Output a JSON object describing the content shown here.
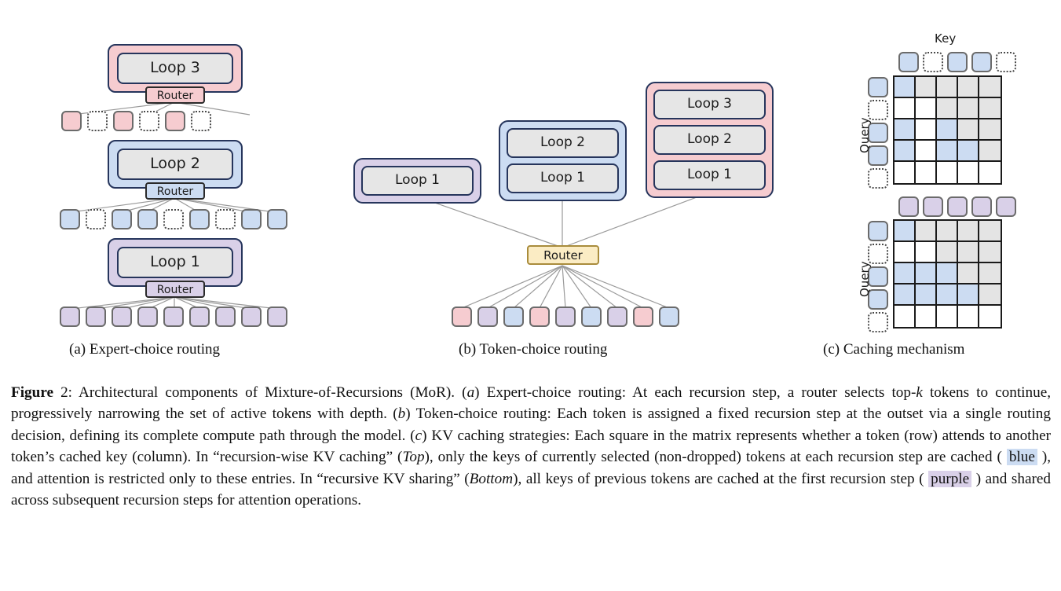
{
  "figure": {
    "label": "Figure",
    "number": "2",
    "subcaptions": [
      {
        "id": "a",
        "text": "(a) Expert-choice routing"
      },
      {
        "id": "b",
        "text": "(b) Token-choice routing"
      },
      {
        "id": "c",
        "text": "(c) Caching mechanism"
      }
    ]
  },
  "panel_a": {
    "router_label": "Router",
    "loops": [
      {
        "name": "Loop 3",
        "color": "pink"
      },
      {
        "name": "Loop 2",
        "color": "blue"
      },
      {
        "name": "Loop 1",
        "color": "purple"
      }
    ],
    "token_rows": [
      {
        "after": "Loop 3 router",
        "color": "pink",
        "slots": [
          "filled",
          "dotted",
          "filled",
          "dotted",
          "filled",
          "dotted"
        ]
      },
      {
        "after": "Loop 2 router",
        "color": "blue",
        "slots": [
          "filled",
          "dotted",
          "filled",
          "filled",
          "dotted",
          "filled",
          "dotted",
          "filled",
          "filled"
        ]
      },
      {
        "after": "Loop 1 router",
        "color": "purple",
        "slots": [
          "filled",
          "filled",
          "filled",
          "filled",
          "filled",
          "filled",
          "filled",
          "filled",
          "filled"
        ]
      }
    ]
  },
  "panel_b": {
    "router_label": "Router",
    "groups": [
      {
        "color": "purple",
        "loops": [
          "Loop 1"
        ]
      },
      {
        "color": "blue",
        "loops": [
          "Loop 2",
          "Loop 1"
        ]
      },
      {
        "color": "pink",
        "loops": [
          "Loop 3",
          "Loop 2",
          "Loop 1"
        ]
      }
    ],
    "tokens": [
      "pink",
      "purple",
      "blue",
      "pink",
      "purple",
      "blue",
      "purple",
      "pink",
      "blue"
    ]
  },
  "panel_c": {
    "key_label": "Key",
    "query_label": "Query",
    "top_matrix": {
      "name": "recursion-wise KV caching",
      "key_tokens": [
        "blue",
        "dotted",
        "blue",
        "blue",
        "dotted"
      ],
      "query_tokens": [
        "blue",
        "dotted",
        "blue",
        "blue",
        "dotted"
      ],
      "cells": [
        [
          "blue",
          "gray",
          "gray",
          "gray",
          "gray"
        ],
        [
          "white",
          "white",
          "gray",
          "gray",
          "gray"
        ],
        [
          "blue",
          "white",
          "blue",
          "gray",
          "gray"
        ],
        [
          "blue",
          "white",
          "blue",
          "blue",
          "gray"
        ],
        [
          "white",
          "white",
          "white",
          "white",
          "white"
        ]
      ]
    },
    "bottom_matrix": {
      "name": "recursive KV sharing",
      "key_tokens": [
        "purple",
        "purple",
        "purple",
        "purple",
        "purple"
      ],
      "query_tokens": [
        "blue",
        "dotted",
        "blue",
        "blue",
        "dotted"
      ],
      "cells": [
        [
          "blue",
          "gray",
          "gray",
          "gray",
          "gray"
        ],
        [
          "white",
          "white",
          "gray",
          "gray",
          "gray"
        ],
        [
          "blue",
          "blue",
          "blue",
          "gray",
          "gray"
        ],
        [
          "blue",
          "blue",
          "blue",
          "blue",
          "gray"
        ],
        [
          "white",
          "white",
          "white",
          "white",
          "white"
        ]
      ]
    }
  },
  "caption": {
    "prefix_bold": "Figure",
    "number": " 2: ",
    "seg1": "Architectural components of Mixture-of-Recursions (MoR). (",
    "em_a": "a",
    "seg2": ") Expert-choice routing: At each recursion step, a router selects top-",
    "em_k": "k",
    "seg3": " tokens to continue, progressively narrowing the set of active tokens with depth. (",
    "em_b": "b",
    "seg4": ") Token-choice routing: Each token is assigned a fixed recursion step at the outset via a single routing decision, defining its complete compute path through the model. (",
    "em_c": "c",
    "seg5": ") KV caching strategies: Each square in the matrix represents whether a token (row) attends to another token’s cached key (column). In “recursion-wise KV caching” (",
    "em_top": "Top",
    "seg6": "), only the keys of currently selected (non-dropped) tokens at each recursion step are cached ( ",
    "hl_blue": "blue",
    "seg7": " ), and attention is restricted only to these entries.  In “recursive KV sharing” (",
    "em_bottom": "Bottom",
    "seg8": "), all keys of previous tokens are cached at the first recursion step ( ",
    "hl_purple": "purple",
    "seg9": " ) and shared across subsequent recursion steps for attention operations."
  },
  "colors": {
    "pink": "#f6ccd0",
    "blue": "#ccdcf2",
    "purple": "#d9d0e8",
    "gray_cell": "#e4e4e4",
    "navy_border": "#26355c",
    "yellow_router": "#fbecc4"
  }
}
